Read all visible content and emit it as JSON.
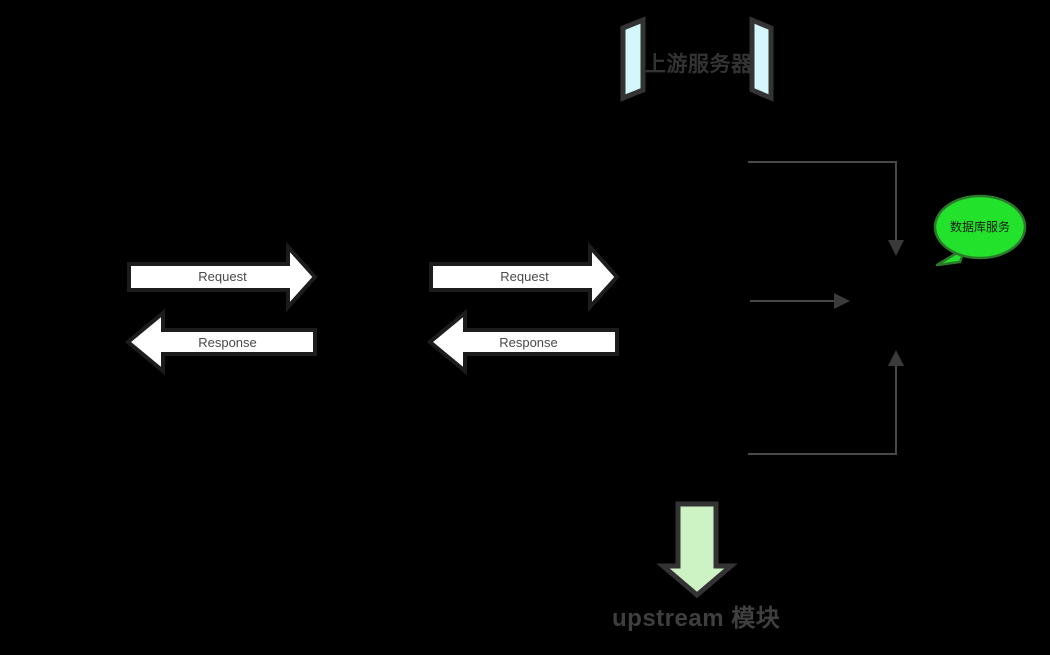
{
  "diagram": {
    "title": "nginx upstream module request flow",
    "background_color": "#000000",
    "upstream_server": {
      "label": "上游服务器",
      "bar_fill": "#d4f7fb",
      "bar_stroke": "#333333",
      "text_color": "#333333"
    },
    "database": {
      "label": "数据库服务",
      "fill": "#22e22b",
      "stroke": "#2b7a2b",
      "text_color": "#1a1a1a"
    },
    "module": {
      "label": "upstream 模块",
      "arrow_fill": "#cdf2c4",
      "arrow_stroke": "#333333",
      "text_color": "#3f3f3f"
    },
    "flows": [
      {
        "id": "client-request",
        "label": "Request",
        "direction": "right",
        "fill": "#ffffff",
        "stroke": "#1c1c1c"
      },
      {
        "id": "client-response",
        "label": "Response",
        "direction": "left",
        "fill": "#ffffff",
        "stroke": "#1c1c1c"
      },
      {
        "id": "proxy-request",
        "label": "Request",
        "direction": "right",
        "fill": "#ffffff",
        "stroke": "#1c1c1c"
      },
      {
        "id": "proxy-response",
        "label": "Response",
        "direction": "left",
        "fill": "#ffffff",
        "stroke": "#1c1c1c"
      }
    ],
    "connectors": {
      "stroke": "#484848",
      "items": [
        {
          "id": "upstream-to-db-top",
          "shape": "elbow-down",
          "arrowhead": "down"
        },
        {
          "id": "upstream-to-db-mid",
          "shape": "straight",
          "arrowhead": "right"
        },
        {
          "id": "db-to-upstream-bottom",
          "shape": "elbow-up",
          "arrowhead": "up"
        }
      ]
    }
  }
}
